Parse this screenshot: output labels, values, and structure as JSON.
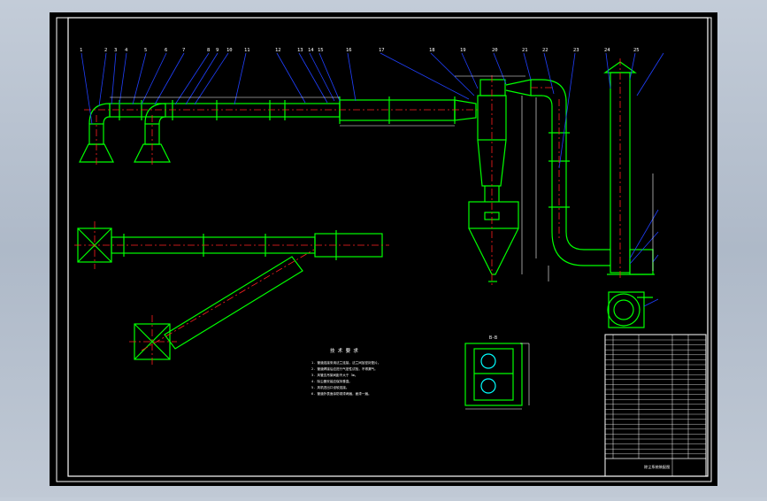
{
  "colors": {
    "background": "#000000",
    "frame": "#ffffff",
    "outline": "#00ff00",
    "centerline": "#ff2020",
    "leader": "#2040ff",
    "dimension": "#ffffff",
    "hatch": "#00ffff"
  },
  "drawing": {
    "balloons": [
      "1",
      "2",
      "3",
      "4",
      "5",
      "6",
      "7",
      "8",
      "9",
      "10",
      "11",
      "12",
      "13",
      "14",
      "15",
      "16",
      "17",
      "18",
      "19",
      "20",
      "21",
      "22",
      "23",
      "24",
      "25"
    ],
    "section_label": "B-B",
    "notes_title": "技 术 要 求",
    "notes_lines": [
      "1. 管道连接采用法兰连接，法兰间加密封垫片。",
      "2. 管道焊接后应进行气密性试验，不得漏气。",
      "3. 风管支吊架间距不大于 3m。",
      "4. 除尘器安装应保持垂直。",
      "5. 风机进出口设软连接。",
      "6. 管道外表面涂防锈漆两遍，面漆一遍。"
    ],
    "title_block": {
      "drawing_name": "除尘系统装配图"
    }
  }
}
